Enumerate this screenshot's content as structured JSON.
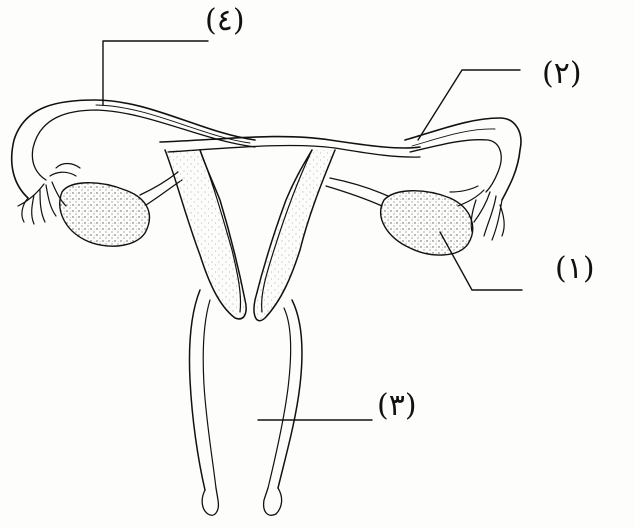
{
  "labels": {
    "top": "(٤)",
    "upper_right": "(٢)",
    "lower_right": "(١)",
    "bottom": "(٣)"
  },
  "colors": {
    "ink": "#111111",
    "paper": "#fdfdfc",
    "ovary_stipple": "#555555"
  }
}
